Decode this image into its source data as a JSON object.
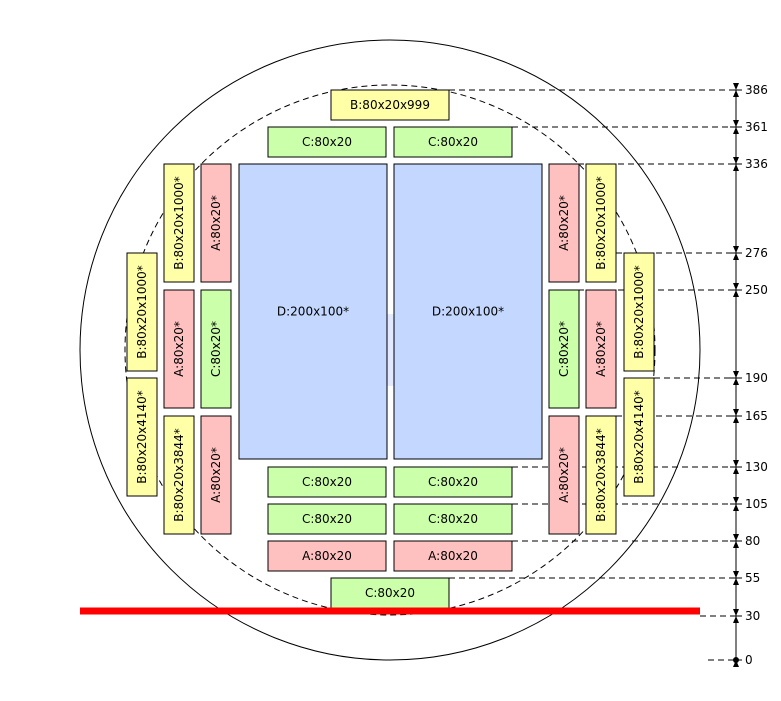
{
  "colors": {
    "A": "#ffc0c0",
    "B": "#ffffa8",
    "C": "#ccffaa",
    "D": "#c4d8ff",
    "cut_line": "#ff0000"
  },
  "blocks": [
    {
      "id": "b-top",
      "label": "B:80x20x999",
      "kind": "B"
    },
    {
      "id": "c-top-left",
      "label": "C:80x20",
      "kind": "C"
    },
    {
      "id": "c-top-right",
      "label": "C:80x20",
      "kind": "C"
    },
    {
      "id": "d-left",
      "label": "D:200x100*",
      "kind": "D"
    },
    {
      "id": "d-right",
      "label": "D:200x100*",
      "kind": "D"
    },
    {
      "id": "c-mid1-left",
      "label": "C:80x20",
      "kind": "C"
    },
    {
      "id": "c-mid1-right",
      "label": "C:80x20",
      "kind": "C"
    },
    {
      "id": "c-mid2-left",
      "label": "C:80x20",
      "kind": "C"
    },
    {
      "id": "c-mid2-right",
      "label": "C:80x20",
      "kind": "C"
    },
    {
      "id": "a-bottom-left",
      "label": "A:80x20",
      "kind": "A"
    },
    {
      "id": "a-bottom-right",
      "label": "A:80x20",
      "kind": "A"
    },
    {
      "id": "c-bottom",
      "label": "C:80x20",
      "kind": "C"
    },
    {
      "id": "b-l2-top",
      "label": "B:80x20x1000*",
      "kind": "B"
    },
    {
      "id": "b-l2-bot",
      "label": "B:80x20x3844*",
      "kind": "B"
    },
    {
      "id": "b-l1-top",
      "label": "B:80x20x1000*",
      "kind": "B"
    },
    {
      "id": "b-l1-bot",
      "label": "B:80x20x4140*",
      "kind": "B"
    },
    {
      "id": "a-l3-top",
      "label": "A:80x20*",
      "kind": "A"
    },
    {
      "id": "a-l3-mid",
      "label": "A:80x20*",
      "kind": "A"
    },
    {
      "id": "a-l3-bot",
      "label": "A:80x20*",
      "kind": "A"
    },
    {
      "id": "c-l3-mid",
      "label": "C:80x20*",
      "kind": "C"
    },
    {
      "id": "a-r1-top",
      "label": "A:80x20*",
      "kind": "A"
    },
    {
      "id": "c-r1-mid",
      "label": "C:80x20*",
      "kind": "C"
    },
    {
      "id": "a-r1-bot",
      "label": "A:80x20*",
      "kind": "A"
    },
    {
      "id": "b-r2-top",
      "label": "B:80x20x1000*",
      "kind": "B"
    },
    {
      "id": "a-r2-mid",
      "label": "A:80x20*",
      "kind": "A"
    },
    {
      "id": "b-r2-bot",
      "label": "B:80x20x3844*",
      "kind": "B"
    },
    {
      "id": "b-r3-top",
      "label": "B:80x20x1000*",
      "kind": "B"
    },
    {
      "id": "b-r3-bot",
      "label": "B:80x20x4140*",
      "kind": "B"
    }
  ],
  "scale": {
    "ticks": [
      {
        "value": 386,
        "label": "386"
      },
      {
        "value": 361,
        "label": "361"
      },
      {
        "value": 336,
        "label": "336"
      },
      {
        "value": 276,
        "label": "276"
      },
      {
        "value": 250,
        "label": "250"
      },
      {
        "value": 190,
        "label": "190"
      },
      {
        "value": 165,
        "label": "165"
      },
      {
        "value": 130,
        "label": "130"
      },
      {
        "value": 105,
        "label": "105"
      },
      {
        "value": 80,
        "label": "80"
      },
      {
        "value": 55,
        "label": "55"
      },
      {
        "value": 30,
        "label": "30"
      },
      {
        "value": 0,
        "label": "0"
      }
    ]
  }
}
